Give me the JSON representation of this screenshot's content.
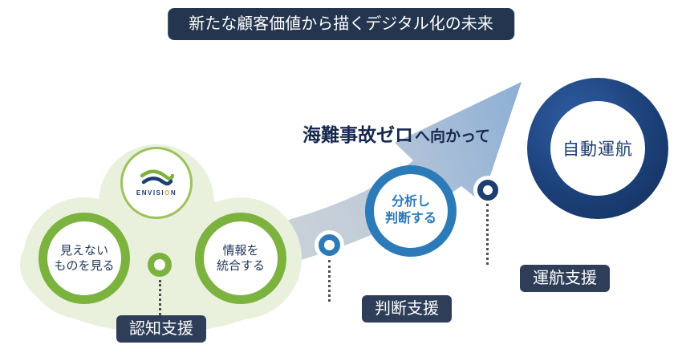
{
  "banner": {
    "text": "新たな顧客価値から描くデジタル化の未来"
  },
  "headline": {
    "emphasis": "海難事故ゼロ",
    "rest": "へ向かって"
  },
  "envision": {
    "brand_pre": "ENVISI",
    "brand_accent": "O",
    "brand_post": "N"
  },
  "stages": {
    "see_invisible": {
      "line1": "見えない",
      "line2": "ものを見る"
    },
    "integrate_info": {
      "line1": "情報を",
      "line2": "統合する"
    },
    "analyze_judge": {
      "line1": "分析し",
      "line2": "判断する"
    },
    "auto_navigation": {
      "label": "自動運航"
    }
  },
  "badges": {
    "cognition": "認知支援",
    "judgment": "判断支援",
    "operation": "運航支援"
  },
  "colors": {
    "navy": "#1d3e70",
    "green": "#7cb23e",
    "light_green": "#e9f1dd",
    "blue": "#2d7ab8",
    "badge_bg": "#2e3e58",
    "banner_bg": "#24364f",
    "accent_orange": "#f09f3f",
    "arrow_gray": "#d9dcdf",
    "arrow_blue": "#8fb0d6"
  }
}
